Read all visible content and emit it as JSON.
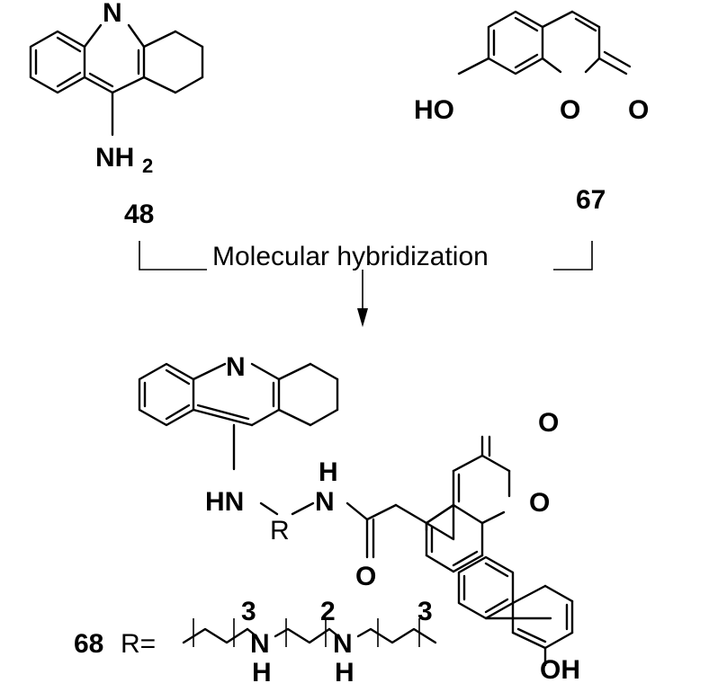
{
  "compounds": {
    "tacrine": {
      "number": "48",
      "n_label": "N",
      "amine_label": "NH",
      "amine_sub": "2"
    },
    "coumarin": {
      "number": "67",
      "ho_label": "HO",
      "o_ring": "O",
      "o_carbonyl": "O"
    },
    "hybrid": {
      "n_label": "N",
      "hn_label": "HN",
      "r_label": "R",
      "amide_h": "H",
      "amide_n": "N",
      "amide_o": "O",
      "lactone_o": "O",
      "carbonyl_o": "O",
      "oh_label": "OH"
    },
    "linker": {
      "number": "68",
      "r_equals": "R=",
      "repeat_1": "3",
      "repeat_2": "2",
      "repeat_3": "3",
      "n1": "N",
      "h1": "H",
      "n2": "N",
      "h2": "H"
    }
  },
  "process": {
    "label": "Molecular hybridization"
  },
  "colors": {
    "ink": "#000000",
    "background": "#ffffff"
  }
}
